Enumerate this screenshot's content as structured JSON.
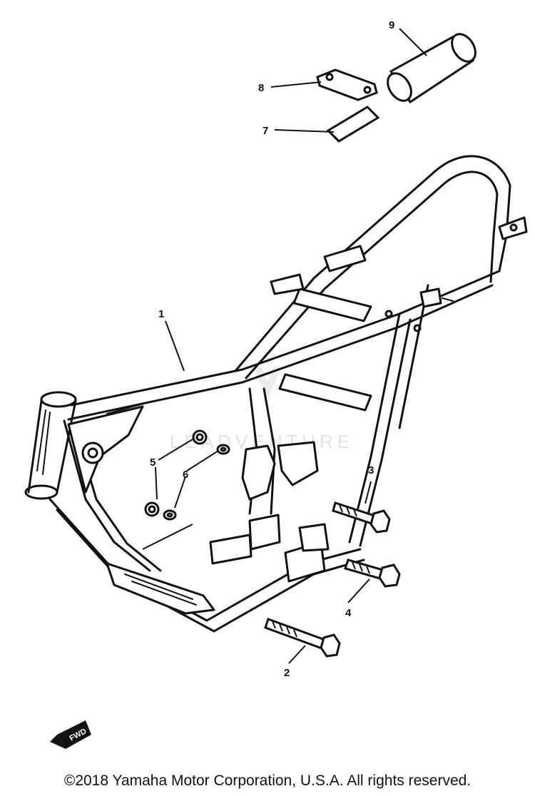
{
  "diagram": {
    "callouts": [
      {
        "id": "1",
        "label": "1"
      },
      {
        "id": "2",
        "label": "2"
      },
      {
        "id": "3",
        "label": "3"
      },
      {
        "id": "4",
        "label": "4"
      },
      {
        "id": "5",
        "label": "5"
      },
      {
        "id": "6",
        "label": "6"
      },
      {
        "id": "7",
        "label": "7"
      },
      {
        "id": "8",
        "label": "8"
      },
      {
        "id": "9",
        "label": "9"
      }
    ],
    "fwd_label": "FWD",
    "watermark": "LEADVENTURE"
  },
  "footer": {
    "copyright": "©2018 Yamaha Motor Corporation, U.S.A. All rights reserved."
  }
}
